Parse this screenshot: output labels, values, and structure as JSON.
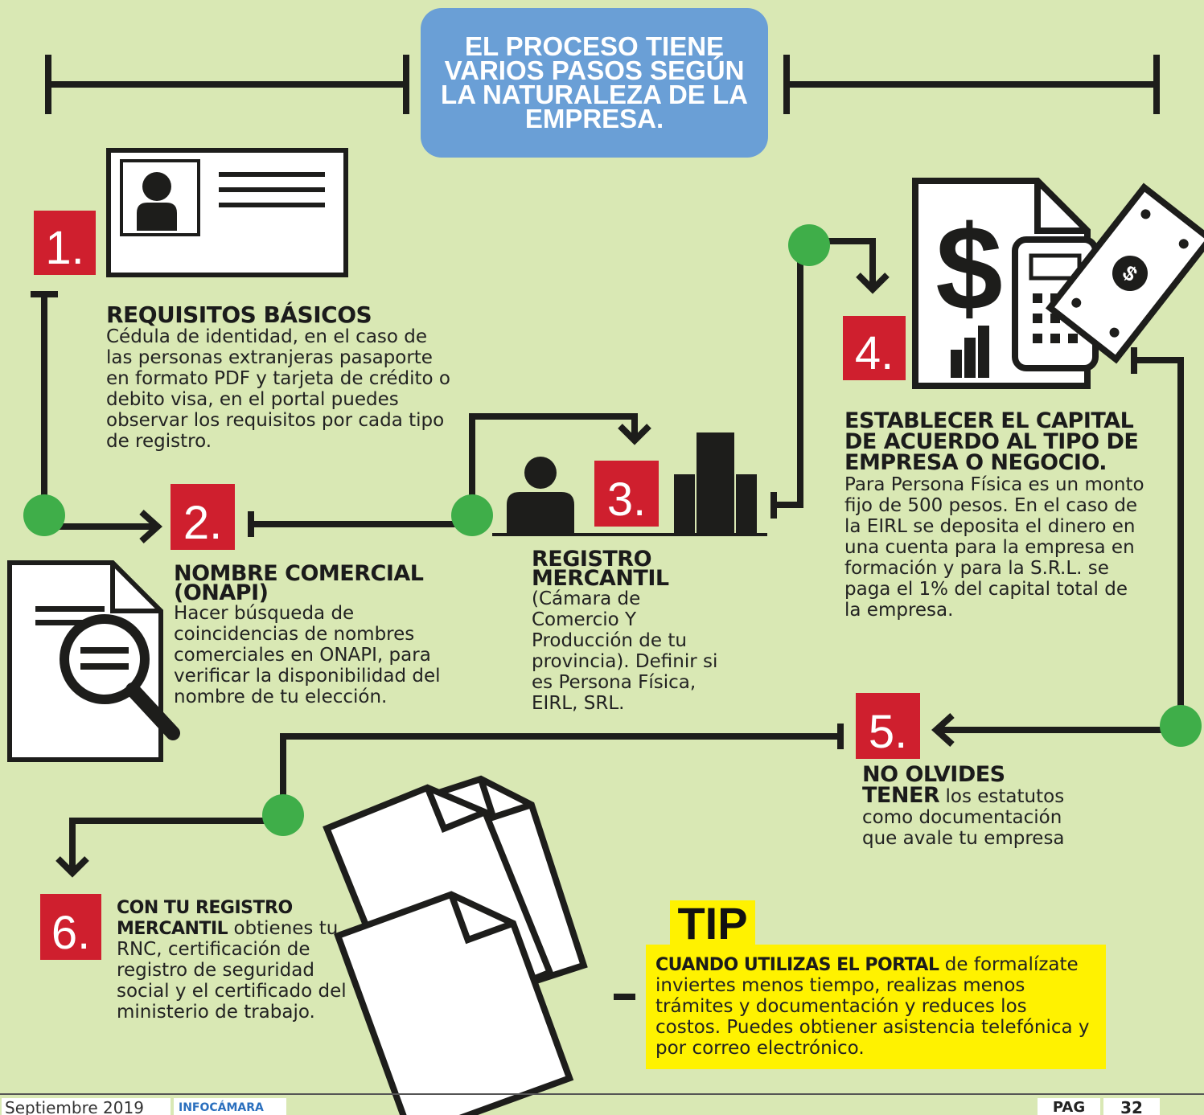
{
  "title": "EL PROCESO TIENE VARIOS PASOS SEGÚN LA NATURALEZA DE LA EMPRESA.",
  "steps": [
    {
      "number": "1.",
      "heading": "REQUISITOS BÁSICOS",
      "text": "Cédula de identidad, en el caso de las personas extranjeras pasaporte en formato PDF y tarjeta de crédito o  debito visa, en el portal puedes observar los requisitos por cada tipo de registro."
    },
    {
      "number": "2.",
      "heading": "NOMBRE COMERCIAL (ONAPI)",
      "text": "Hacer búsqueda de coincidencias de nombres comerciales en ONAPI, para verificar la disponibilidad del nombre de tu elección."
    },
    {
      "number": "3.",
      "heading": "REGISTRO MERCANTIL",
      "text": "(Cámara de Comercio Y Producción de tu provincia). Definir si es Persona Física, EIRL, SRL."
    },
    {
      "number": "4.",
      "heading": "ESTABLECER EL CAPITAL DE ACUERDO AL TIPO DE EMPRESA O NEGOCIO.",
      "text": "Para Persona Física es un monto fijo de 500 pesos. En el caso de la EIRL se deposita el dinero en una cuenta para la  empresa en formación y para la S.R.L. se paga el 1% del capital total de la empresa."
    },
    {
      "number": "5.",
      "heading": "NO OLVIDES TENER",
      "text": "los estatutos como  documentación que avale  tu empresa"
    },
    {
      "number": "6.",
      "heading": "CON TU REGISTRO MERCANTIL",
      "text": "obtienes tu RNC, certificación de registro de seguridad social y el certificado del ministerio de trabajo."
    }
  ],
  "tip": {
    "label": "TIP",
    "heading": "CUANDO UTILIZAS EL PORTAL",
    "text": "de formalízate inviertes menos tiempo, realizas menos trámites y documentación y reduces los costos. Puedes obtiener asistencia telefónica y por correo electrónico."
  },
  "footer": {
    "date": "Septiembre 2019",
    "brand": "INFOCÁMARA",
    "page_label": "PAG",
    "page_number": "32"
  },
  "colors": {
    "background": "#d9e8b4",
    "title_box": "#6a9fd6",
    "number_box": "#cf1f2e",
    "tip": "#fff200",
    "dot": "#3fae49",
    "line": "#1d1d1b"
  },
  "icons": [
    "id-card-icon",
    "search-document-icon",
    "person-icon",
    "bar-chart-icon",
    "finance-document-icon",
    "calculator-icon",
    "money-bill-icon",
    "documents-icon"
  ]
}
